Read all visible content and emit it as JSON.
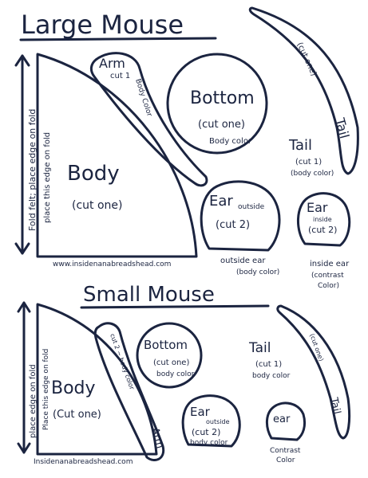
{
  "large": {
    "title": "Large Mouse",
    "fold_note": "Fold felt; place edge on fold",
    "fold_note_inner": "place this edge on fold",
    "body": {
      "label": "Body",
      "cut": "(cut one)"
    },
    "arm": {
      "label": "Arm",
      "cut": "cut 1",
      "color": "Body Color"
    },
    "bottom": {
      "label": "Bottom",
      "cut": "(cut one)",
      "color": "Body color"
    },
    "tail": {
      "label": "Tail",
      "cut": "(cut 1)",
      "color": "(body color)",
      "tail_label": "Tail",
      "tail_cut": "(cut one)"
    },
    "ear_outside": {
      "label": "Ear",
      "sub": "outside",
      "cut": "(cut 2)",
      "caption1": "outside ear",
      "caption2": "(body color)"
    },
    "ear_inside": {
      "label": "Ear",
      "sub": "inside",
      "cut": "(cut 2)",
      "caption1": "inside ear",
      "caption2": "(contrast",
      "caption3": "Color)"
    },
    "url": "www.insidenanabreadshead.com"
  },
  "small": {
    "title": "Small Mouse",
    "fold_note": "place edge on fold",
    "fold_note_inner": "Place this edge on fold",
    "body": {
      "label": "Body",
      "cut": "(Cut one)"
    },
    "arm": {
      "label": "Arm",
      "cut": "cut 2 ~ body color"
    },
    "bottom": {
      "label": "Bottom",
      "cut": "(cut one)",
      "color": "body color"
    },
    "tail": {
      "label": "Tail",
      "cut": "(cut 1)",
      "color": "body color",
      "tail_label": "Tail",
      "tail_cut": "(cut one)"
    },
    "ear_outside": {
      "label": "Ear",
      "sub": "outside",
      "cut": "(cut 2)",
      "color": "body color"
    },
    "ear_inside": {
      "label": "ear",
      "caption1": "Contrast",
      "caption2": "Color"
    },
    "url": "Insidenanabreadshead.com"
  },
  "colors": {
    "ink": "#1b2440",
    "paper": "#ffffff"
  }
}
